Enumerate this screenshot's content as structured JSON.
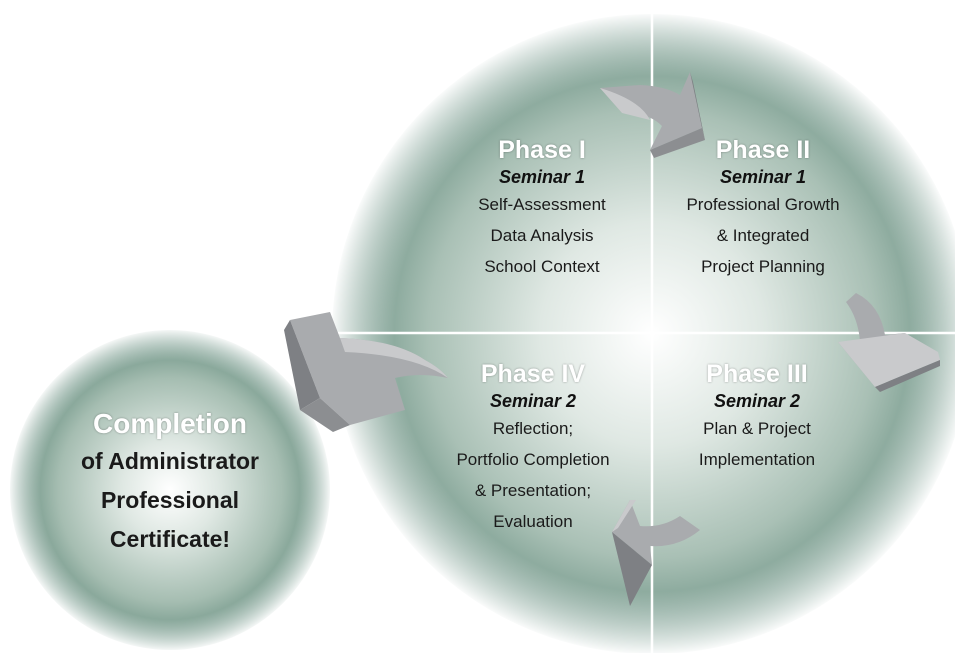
{
  "diagram": {
    "phases": [
      {
        "id": "phase-1",
        "title": "Phase I",
        "seminar": "Seminar 1",
        "items": [
          "Self-Assessment",
          "Data Analysis",
          "School Context"
        ]
      },
      {
        "id": "phase-2",
        "title": "Phase II",
        "seminar": "Seminar 1",
        "items": [
          "Professional Growth",
          "& Integrated",
          "Project Planning"
        ]
      },
      {
        "id": "phase-3",
        "title": "Phase III",
        "seminar": "Seminar 2",
        "items": [
          "Plan & Project",
          "Implementation"
        ]
      },
      {
        "id": "phase-4",
        "title": "Phase IV",
        "seminar": "Seminar 2",
        "items": [
          "Reflection;",
          "Portfolio Completion",
          "& Presentation;",
          "Evaluation"
        ]
      }
    ],
    "completion": {
      "title": "Completion",
      "lines": [
        "of Administrator",
        "Professional",
        "Certificate!"
      ]
    }
  },
  "colors": {
    "circle_center": "#ffffff",
    "circle_mid": "#b9cbc2",
    "circle_edge": "#4f7a6b",
    "arrow_light": "#c9cacc",
    "arrow_mid": "#a6a8ab",
    "arrow_dark": "#7e8084"
  }
}
